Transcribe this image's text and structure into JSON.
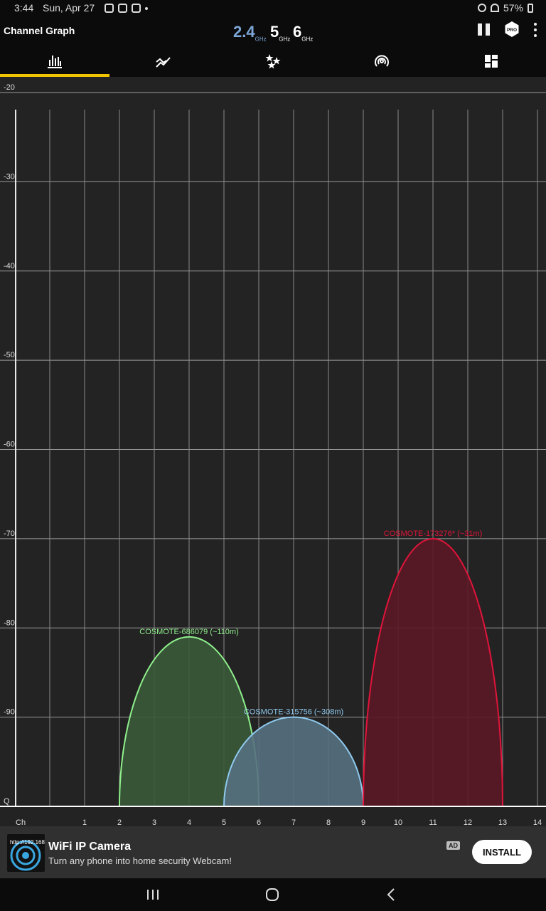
{
  "status_bar": {
    "time": "3:44",
    "date": "Sun, Apr 27",
    "battery": "57%"
  },
  "app_bar": {
    "title": "Channel Graph",
    "bands": [
      {
        "value": "2.4",
        "unit": "GHz",
        "selected": true
      },
      {
        "value": "5",
        "unit": "GHz",
        "selected": false
      },
      {
        "value": "6",
        "unit": "GHz",
        "selected": false
      }
    ],
    "pro_label": "PRO"
  },
  "tabs": [
    {
      "icon": "channel-graph-icon",
      "selected": true
    },
    {
      "icon": "time-graph-icon",
      "selected": false
    },
    {
      "icon": "channel-rating-icon",
      "selected": false
    },
    {
      "icon": "access-points-icon",
      "selected": false
    },
    {
      "icon": "vendors-icon",
      "selected": false
    }
  ],
  "chart_data": {
    "type": "area",
    "y_tick_labels": [
      "-20",
      "-30",
      "-40",
      "-50",
      "-60",
      "-70",
      "-80",
      "-90",
      "Q"
    ],
    "y_ticks": [
      -20,
      -30,
      -40,
      -50,
      -60,
      -70,
      -80,
      -90,
      -100
    ],
    "ylim": [
      -100,
      -20
    ],
    "xlabel": "Ch",
    "x_ticks": [
      1,
      2,
      3,
      4,
      5,
      6,
      7,
      8,
      9,
      10,
      11,
      12,
      13,
      14
    ],
    "xlim": [
      -1,
      14.2
    ],
    "grid": true,
    "series": [
      {
        "name": "COSMOTE-686079 (~110m)",
        "channel": 4,
        "signal_dbm": -81,
        "width_channels": 4,
        "color": "#8ff08c",
        "fill": "#3a5a3a"
      },
      {
        "name": "COSMOTE-315756 (~308m)",
        "channel": 7,
        "signal_dbm": -90,
        "width_channels": 4,
        "color": "#8ec9ee",
        "fill": "#56707f"
      },
      {
        "name": "COSMOTE-173276* (~31m)",
        "channel": 11,
        "signal_dbm": -70,
        "width_channels": 4,
        "color": "#e0143a",
        "fill": "#5a1826"
      }
    ]
  },
  "ad": {
    "badge": "AD",
    "title": "WiFi IP Camera",
    "subtitle": "Turn any phone into home security Webcam!",
    "install_label": "INSTALL",
    "icon_text": "http://192.168"
  }
}
